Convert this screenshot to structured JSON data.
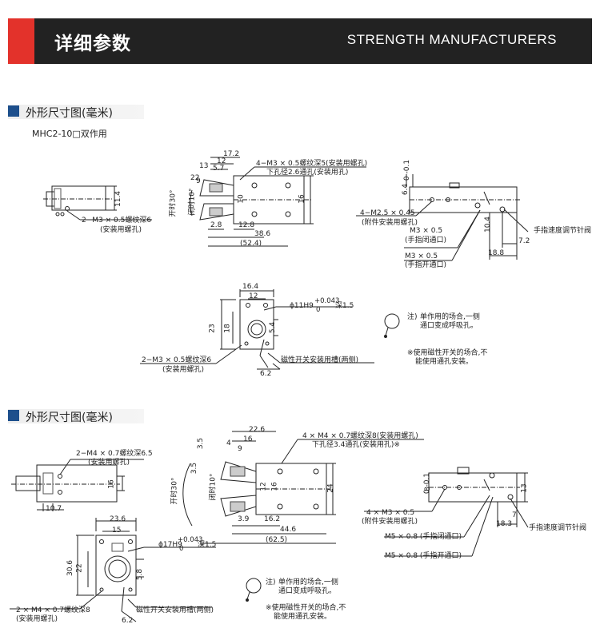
{
  "header": {
    "title": "详细参数",
    "brand": "STRENGTH MANUFACTURERS",
    "accent_color": "#e3322b",
    "bar_color": "#222222"
  },
  "section1": {
    "title": "外形尺寸图(毫米)",
    "model": "MHC2-10□双作用",
    "labels": {
      "d_17_2": "17.2",
      "d_12": "12",
      "d_5_7": "5.7",
      "d_13": "13",
      "d_22": "22",
      "d_9": "9",
      "open_angle": "开时30°",
      "close_angle": "闭时10°",
      "d_11_4": "11.4",
      "d_10": "10",
      "d_16": "16",
      "d_2_8": "2.8",
      "d_12_8": "12.8",
      "d_38_6": "38.6",
      "d_52_4": "(52.4)",
      "d_6_4": "6.4",
      "d_10_4": "10.4",
      "d_7_2": "7.2",
      "d_18_8": "18.8",
      "tol_6_4": "0 -0.1",
      "thread_top": "4−M3 × 0.5螺纹深5(安装用螺孔)",
      "hole_top": "下孔径2.6通孔(安装用孔)",
      "thread_left": "2−M3 × 0.5螺纹深6",
      "thread_left_note": "(安装用螺孔)",
      "thread_side": "4−M2.5 × 0.45",
      "thread_side_note": "(附件安装用螺孔)",
      "port_close": "M3 × 0.5",
      "port_close_note": "(手指闭通口)",
      "port_open": "M3 × 0.5",
      "port_open_note": "(手指开通口)",
      "speed_valve": "手指速度调节针阀",
      "d_16_4": "16.4",
      "d_12b": "12",
      "d_23": "23",
      "d_18": "18",
      "d_5_4": "5.4",
      "d_6_2": "6.2",
      "bore": "ϕ11H9",
      "bore_tol_up": "+0.043",
      "bore_tol_low": "0",
      "bore_depth": "深1.5",
      "bottom_thread": "2−M3 × 0.5螺纹深6",
      "bottom_thread_note": "(安装用螺孔)",
      "sensor_groove": "磁性开关安装用槽(两侧)",
      "note_label": "注)",
      "note1_line1": "单作用的场合,一侧",
      "note1_line2": "通口变成呼吸孔。",
      "note2_line1": "※使用磁性开关的场合,不",
      "note2_line2": "能使用通孔安装。"
    }
  },
  "section2": {
    "title": "外形尺寸图(毫米)",
    "labels": {
      "thread_left": "2−M4 × 0.7螺纹深6.5",
      "thread_left_note": "(安装用螺孔)",
      "d_16": "16",
      "d_10_7": "10.7",
      "d_22_6": "22.6",
      "d_16b": "16",
      "d_3_5a": "3.5",
      "d_4": "4",
      "d_9b": "9",
      "d_3_5b": "3.5",
      "open_angle": "开时30°",
      "close_angle": "闭时10°",
      "d_12": "12",
      "d_16c": "16",
      "d_24": "24",
      "d_3_9": "3.9",
      "d_16_2": "16.2",
      "d_44_6": "44.6",
      "d_62_5": "(62.5)",
      "thread_top": "4 × M4 × 0.7螺纹深8(安装用螺孔)",
      "hole_top": "下孔径3.4通孔(安装用孔)※",
      "d_8": "8",
      "d_13": "13",
      "d_7": "7",
      "d_18_3": "18.3",
      "tol_8": "0 -0.1",
      "thread_side": "4 × M3 × 0.5",
      "thread_side_note": "(附件安装用螺孔)",
      "port_close": "M5 × 0.8 (手指闭通口)",
      "port_open": "M5 × 0.8 (手指开通口)",
      "speed_valve": "手指速度调节针阀",
      "d_23_6": "23.6",
      "d_15": "15",
      "d_30_6": "30.6",
      "d_22": "22",
      "d_5_8": "5.8",
      "d_6_2": "6.2",
      "bore": "ϕ17H9",
      "bore_tol_up": "+0.043",
      "bore_tol_low": "0",
      "bore_depth": "深1.5",
      "bottom_thread": "2 × M4 × 0.7螺纹深8",
      "bottom_thread_note": "(安装用螺孔)",
      "sensor_groove": "磁性开关安装用槽(两侧)",
      "note_label": "注)",
      "note1_line1": "单作用的场合,一侧",
      "note1_line2": "通口变成呼吸孔。",
      "note2_line1": "※使用磁性开关的场合,不",
      "note2_line2": "能使用通孔安装。"
    }
  }
}
